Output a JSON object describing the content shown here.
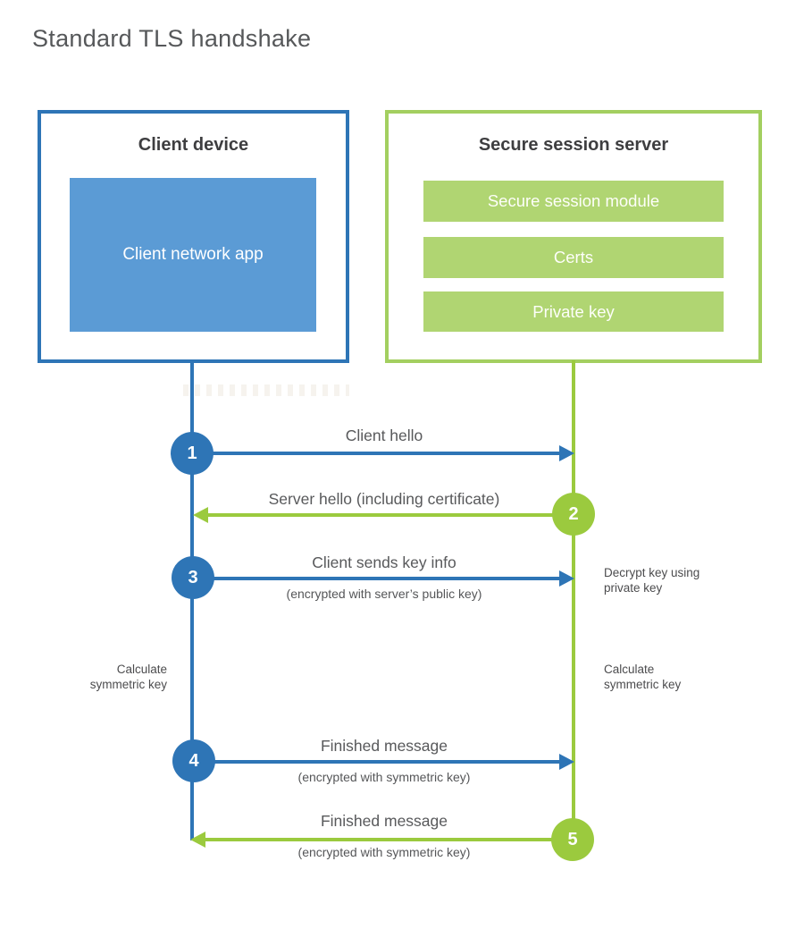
{
  "title": "Standard TLS handshake",
  "colors": {
    "blue_line": "#2e75b6",
    "blue_fill": "#5b9bd5",
    "green_line": "#9bca3e",
    "green_border": "#a3cf60",
    "green_bar": "#b0d572",
    "text": "#58595b"
  },
  "client": {
    "title": "Client device",
    "app_label": "Client network app"
  },
  "server": {
    "title": "Secure session server",
    "modules": [
      {
        "label": "Secure session module"
      },
      {
        "label": "Certs"
      },
      {
        "label": "Private key"
      }
    ]
  },
  "steps": [
    {
      "number": "1",
      "label": "Client hello",
      "sublabel": "",
      "direction": "right",
      "color": "blue"
    },
    {
      "number": "2",
      "label": "Server hello (including certificate)",
      "sublabel": "",
      "direction": "left",
      "color": "green"
    },
    {
      "number": "3",
      "label": "Client sends key info",
      "sublabel": "(encrypted with server’s public key)",
      "direction": "right",
      "color": "blue"
    },
    {
      "number": "4",
      "label": "Finished message",
      "sublabel": "(encrypted with symmetric key)",
      "direction": "right",
      "color": "blue"
    },
    {
      "number": "5",
      "label": "Finished message",
      "sublabel": "(encrypted with symmetric key)",
      "direction": "left",
      "color": "green"
    }
  ],
  "notes": {
    "decrypt_line1": "Decrypt key using",
    "decrypt_line2": "private key",
    "calc_left_line1": "Calculate",
    "calc_left_line2": "symmetric key",
    "calc_right_line1": "Calculate",
    "calc_right_line2": "symmetric key"
  }
}
